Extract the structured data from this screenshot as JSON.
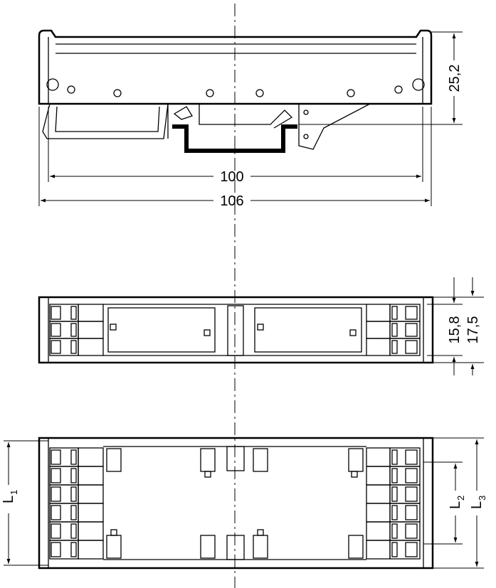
{
  "title": "Technical dimension drawing – DIN rail module, front and top views",
  "dimensions": {
    "height": "25,2",
    "inner_width": "100",
    "outer_width": "106",
    "pitch_inner": "15,8",
    "pitch_outer": "17,5",
    "l1": {
      "letter": "L",
      "sub": "1"
    },
    "l2": {
      "letter": "L",
      "sub": "2"
    },
    "l3": {
      "letter": "L",
      "sub": "3"
    }
  },
  "views": {
    "middle_rows": 3,
    "bottom_rows": 6
  }
}
